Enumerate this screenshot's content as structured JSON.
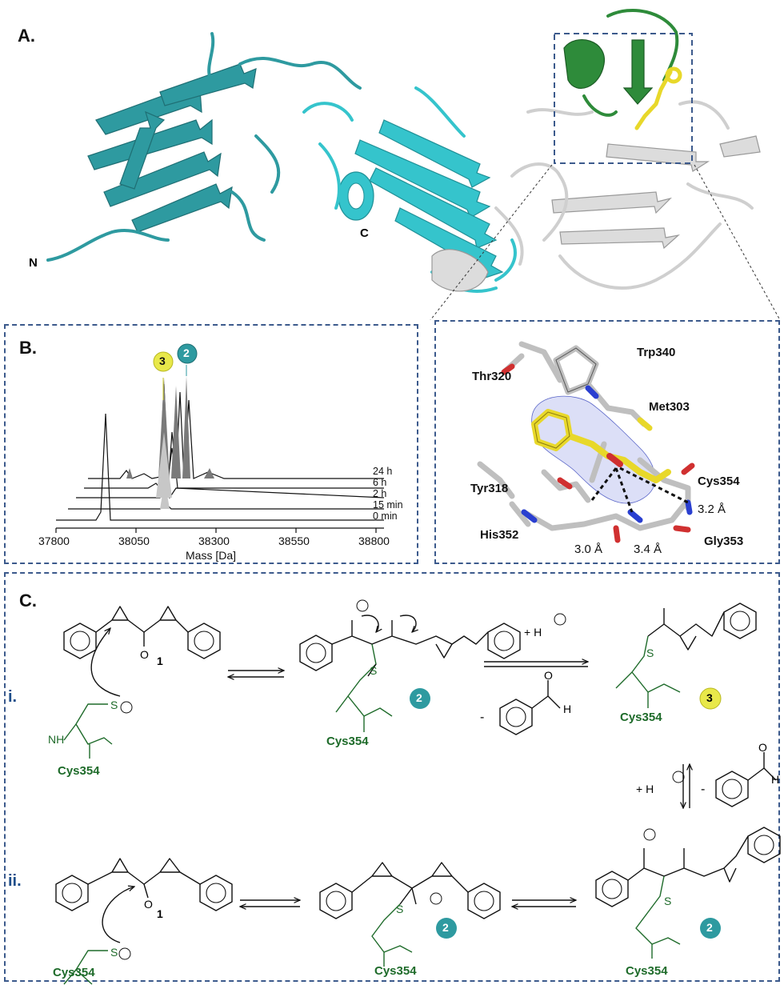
{
  "panels": {
    "a": "A.",
    "b": "B.",
    "c": "C."
  },
  "structure": {
    "n_term": "N",
    "c_term": "C"
  },
  "spectrum": {
    "marker_3": "3",
    "marker_2": "2",
    "time_labels": [
      "24 h",
      "6 h",
      "2 h",
      "15 min",
      "0 min"
    ],
    "xticks": [
      "37800",
      "38050",
      "38300",
      "38550",
      "38800"
    ],
    "xlabel": "Mass [Da]"
  },
  "active_site": {
    "residues": {
      "thr320": "Thr320",
      "trp340": "Trp340",
      "met303": "Met303",
      "cys354": "Cys354",
      "tyr318": "Tyr318",
      "his352": "His352",
      "gly353": "Gly353"
    },
    "distances": {
      "d1": "3.2 Å",
      "d2": "3.0 Å",
      "d3": "3.4 Å"
    }
  },
  "mechanism": {
    "row_i": "i.",
    "row_ii": "ii.",
    "compound_1": "1",
    "cys_label": "Cys354",
    "adduct_2": "2",
    "adduct_3": "3",
    "proton": "+ H",
    "minus": "-",
    "aldehyde_h": "H",
    "carbonyl_o": "O",
    "sulfur": "S",
    "nh": "NH",
    "plus_sign": "+",
    "minus_sign": "−"
  },
  "colors": {
    "teal_dark": "#2e9aa0",
    "teal_light": "#35c4cc",
    "green_domain": "#2e8b3a",
    "ligand_yellow": "#e8d82a",
    "cys_green": "#1e6b2a",
    "border_blue": "#3c5a8c",
    "protein_grey": "#d9d9d9"
  }
}
